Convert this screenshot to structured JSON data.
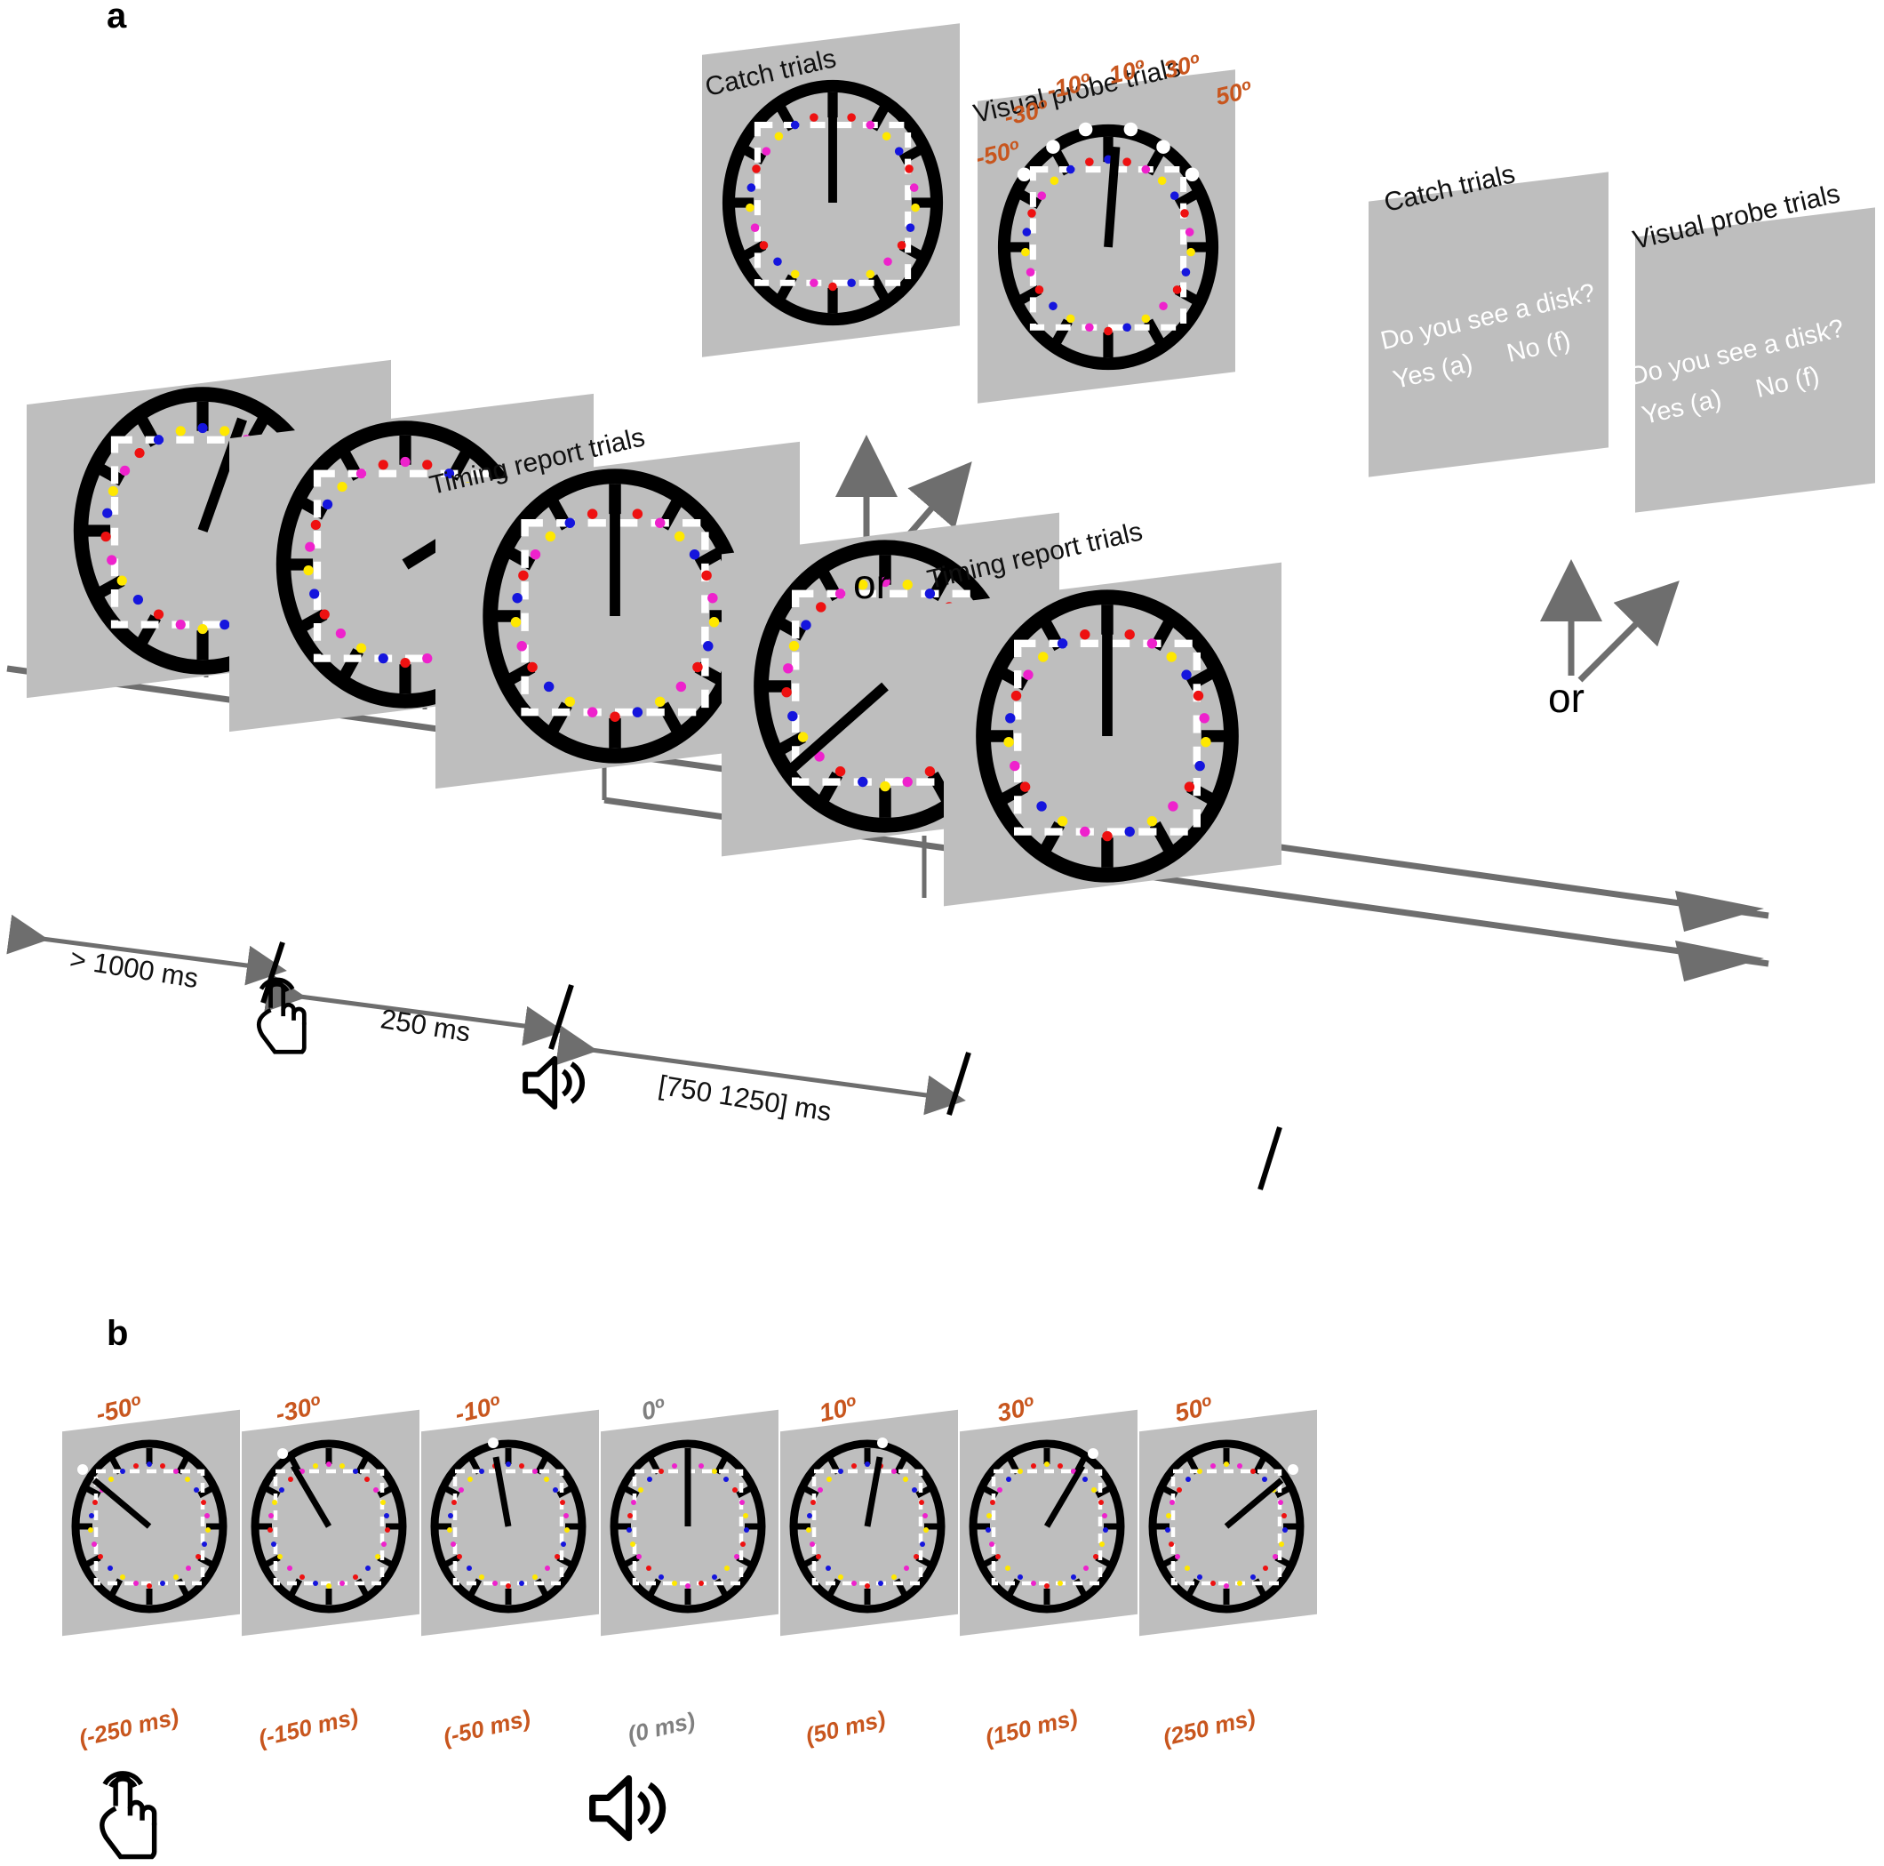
{
  "figure": {
    "panel_a_letter": "a",
    "panel_b_letter": "b"
  },
  "panel_a": {
    "stimulus_screens": [
      {
        "name": "fixation-clock",
        "label": ""
      },
      {
        "name": "pre-tap-clock",
        "label": ""
      },
      {
        "name": "timing-report-clock-1",
        "label": "Timing report trials"
      },
      {
        "name": "catch-clock",
        "label": "Catch trials"
      },
      {
        "name": "visual-probe-clock",
        "label": "Visual probe trials"
      },
      {
        "name": "post-tone-clock",
        "label": ""
      },
      {
        "name": "timing-report-clock-2",
        "label": "Timing report trials"
      }
    ],
    "probe_angles": [
      "-50º",
      "-30º",
      "-10º",
      "10º",
      "30º",
      "50º"
    ],
    "response_screens": [
      {
        "title": "Catch trials",
        "question": "Do you see a disk?",
        "yes": "Yes (a)",
        "no": "No (f)"
      },
      {
        "title": "Visual probe trials",
        "question": "Do you see a disk?",
        "yes": "Yes (a)",
        "no": "No (f)"
      }
    ],
    "timeline": {
      "interval_1": "> 1000 ms",
      "interval_2": "250 ms",
      "interval_3": "[750 1250] ms",
      "branch_or_top": "or",
      "branch_or_bottom": "or",
      "tap_icon": "hand-tap-icon",
      "sound_icon": "speaker-icon"
    }
  },
  "panel_b": {
    "items": [
      {
        "angle": "-50º",
        "time": "(-250 ms)",
        "highlight": false,
        "hand_deg": -50
      },
      {
        "angle": "-30º",
        "time": "(-150 ms)",
        "highlight": false,
        "hand_deg": -30
      },
      {
        "angle": "-10º",
        "time": "(-50 ms)",
        "highlight": false,
        "hand_deg": -10
      },
      {
        "angle": "0º",
        "time": "(0 ms)",
        "highlight": true,
        "hand_deg": 0
      },
      {
        "angle": "10º",
        "time": "(50 ms)",
        "highlight": false,
        "hand_deg": 10
      },
      {
        "angle": "30º",
        "time": "(150 ms)",
        "highlight": false,
        "hand_deg": 30
      },
      {
        "angle": "50º",
        "time": "(250 ms)",
        "highlight": false,
        "hand_deg": 50
      }
    ],
    "tap_icon": "hand-tap-icon",
    "sound_icon": "speaker-icon"
  },
  "colors": {
    "screen_gray": "#bebebe",
    "probe_orange": "#c8561e",
    "neutral_gray": "#808080",
    "arrow_gray": "#6e6e6e",
    "dot_red": "#ee1111",
    "dot_blue": "#1515dd",
    "dot_yellow": "#ffe800",
    "dot_magenta": "#ee22cc",
    "clock_black": "#000000",
    "dash_white": "#ffffff"
  }
}
